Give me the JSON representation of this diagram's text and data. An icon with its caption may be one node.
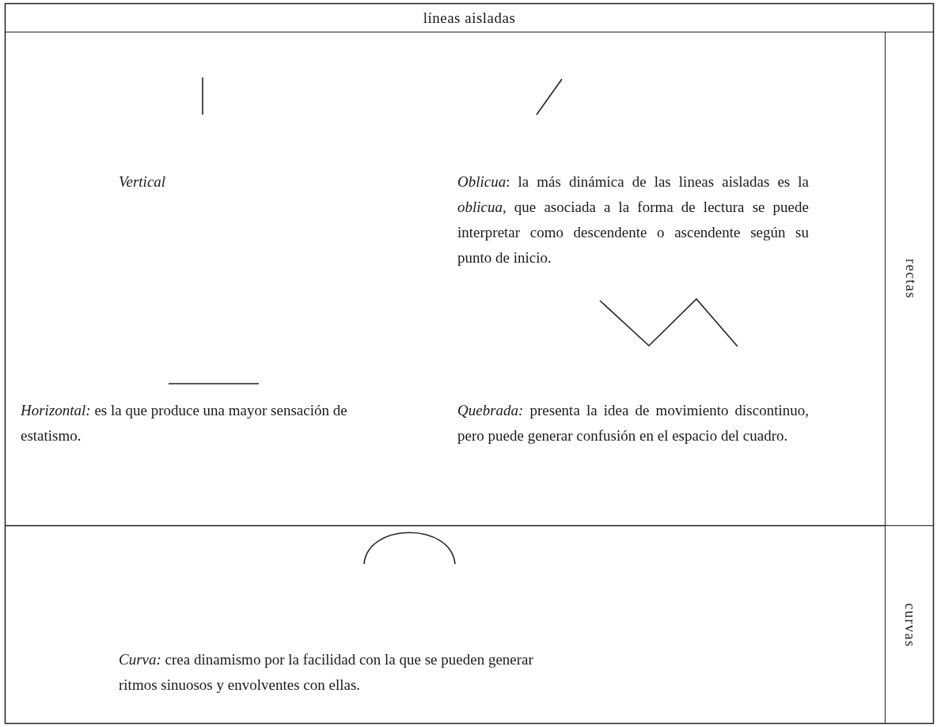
{
  "diagram": {
    "nodes": [
      {
        "text": [
          "líneas aisladas"
        ]
      },
      {
        "text": [
          "rectas"
        ]
      },
      {
        "text": [
          "curvas"
        ]
      }
    ],
    "edges": [],
    "labels": [
      "Vertical",
      "*Oblicua*: la más dinámica de las lineas aisladas es la *oblicua,* que asociada a la forma de lectura se puede interpretar como descendente o ascendente según su punto de inicio.",
      "*Horizontal:* es la que produce una mayor sensación de estatismo.",
      "*Quebrada:* presenta la idea de movimiento discontinuo, pero puede generar confusión en el espacio del cuadro.",
      "*Curva:* crea dinamismo por la facilidad con la que se pueden generar ritmos sinuosos y envolventes con ellas."
    ]
  }
}
